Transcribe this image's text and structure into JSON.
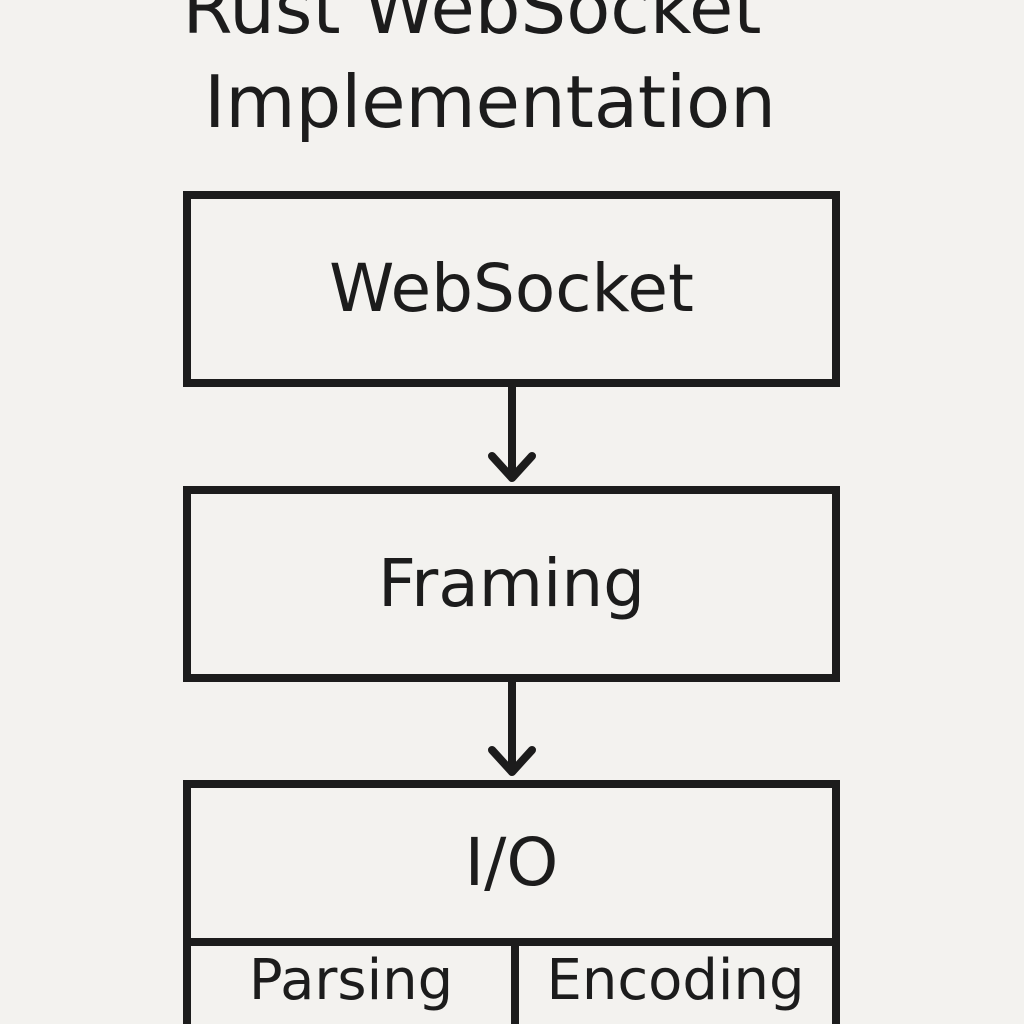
{
  "title": {
    "line1": "Rust WebSocket",
    "line2": "Implementation"
  },
  "boxes": {
    "websocket": "WebSocket",
    "framing": "Framing",
    "io": "I/O"
  },
  "io_parts": {
    "left": "Parsing",
    "right": "Encoding"
  },
  "colors": {
    "background": "#f3f2ef",
    "ink": "#1c1c1c"
  }
}
